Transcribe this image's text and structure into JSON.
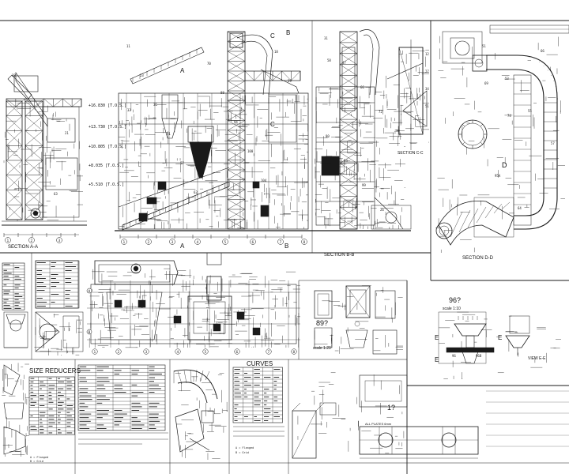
{
  "drawing": {
    "sections": {
      "aa": "SECTION A-A",
      "bb": "SECTION B-B",
      "cc": "SECTION C-C",
      "dd": "SECTION D-D",
      "ee": "VIEW E-E"
    },
    "elevations": [
      "+16.830 [T.O.S.]",
      "+13.730 [T.O.S.]",
      "+10.805 [T.O.S.]",
      "+8.035 [T.O.S.]",
      "+5.510 [T.O.S.]"
    ],
    "tables": {
      "size_reducers": "SIZE REDUCERS",
      "curves": "CURVES"
    },
    "markers": {
      "a": "A",
      "b": "B",
      "c": "C",
      "d": "D",
      "e": "E"
    },
    "details": {
      "detail_89": "89?",
      "detail_96": "96?",
      "detail_12": "1?",
      "scale": "scale 1:20",
      "scale_e": "scale 1:10",
      "all_plates": "ALL PLATES 6mm"
    }
  }
}
